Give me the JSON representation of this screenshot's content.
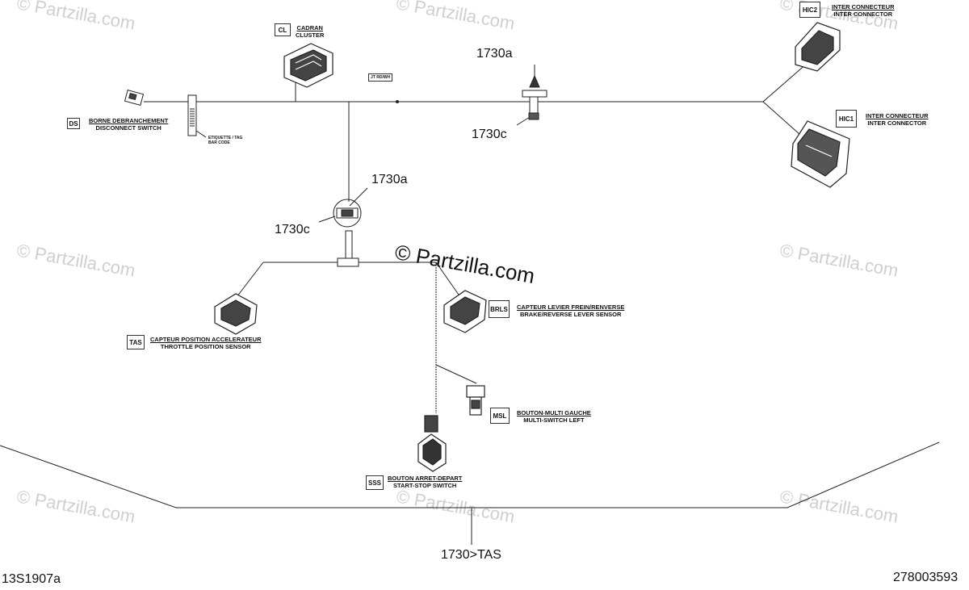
{
  "watermark": {
    "text": "© Partzilla.com"
  },
  "callouts": {
    "c1730a_top": "1730a",
    "c1730c_top": "1730c",
    "c1730a_mid": "1730a",
    "c1730c_mid": "1730c",
    "c1730_tas": "1730>TAS"
  },
  "tags": {
    "jt_tag": "JT RD/WH",
    "barcode_fr": "ETIQUETTE / TAG",
    "barcode_en": "BAR CODE"
  },
  "components": {
    "cluster": {
      "code": "CL",
      "fr": "CADRAN",
      "en": "CLUSTER"
    },
    "disconnect": {
      "code": "DS",
      "fr": "BORNE DEBRANCHEMENT",
      "en": "DISCONNECT SWITCH"
    },
    "hic2": {
      "code": "HIC2",
      "fr": "INTER CONNECTEUR",
      "en": "INTER CONNECTOR"
    },
    "hic1": {
      "code": "HIC1",
      "fr": "INTER CONNECTEUR",
      "en": "INTER CONNECTOR"
    },
    "tas": {
      "code": "TAS",
      "fr": "CAPTEUR POSITION ACCELERATEUR",
      "en": "THROTTLE POSITION SENSOR"
    },
    "brls": {
      "code": "BRLS",
      "fr": "CAPTEUR LEVIER FREIN/RENVERSE",
      "en": "BRAKE/REVERSE LEVER SENSOR"
    },
    "msl": {
      "code": "MSL",
      "fr": "BOUTON-MULTI GAUCHE",
      "en": "MULTI-SWITCH LEFT"
    },
    "sss": {
      "code": "SSS",
      "fr": "BOUTON ARRET-DEPART",
      "en": "START-STOP SWITCH"
    }
  },
  "footer": {
    "left_code": "13S1907a",
    "right_code": "278003593"
  }
}
